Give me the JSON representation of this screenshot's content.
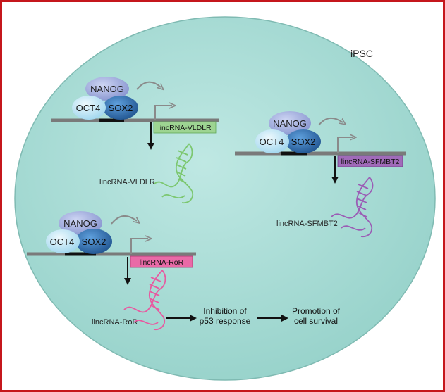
{
  "cell": {
    "label": "iPSC",
    "fill_color": "#a9dcd6"
  },
  "colors": {
    "frame": "#c5171c",
    "nanog": "#a6b2e0",
    "oct4": "#bfe6f4",
    "sox2": "#2e73b5",
    "dna": "#7a7a7a",
    "vldlr": "#8fce86",
    "ror": "#e75aa0",
    "sfmbt2": "#9b5db5"
  },
  "tf": {
    "nanog": "NANOG",
    "oct4": "OCT4",
    "sox2": "SOX2"
  },
  "genes": {
    "vldlr": {
      "box_label": "lincRNA-VLDLR",
      "rna_label": "lincRNA-VLDLR"
    },
    "sfmbt2": {
      "box_label": "lincRNA-SFMBT2",
      "rna_label": "lincRNA-SFMBT2"
    },
    "ror": {
      "box_label": "lincRNA-RoR",
      "rna_label": "lincRNA-RoR"
    }
  },
  "pathway": {
    "step1_line1": "Inhibition of",
    "step1_line2": "p53 response",
    "step2_line1": "Promotion of",
    "step2_line2": "cell survival"
  }
}
